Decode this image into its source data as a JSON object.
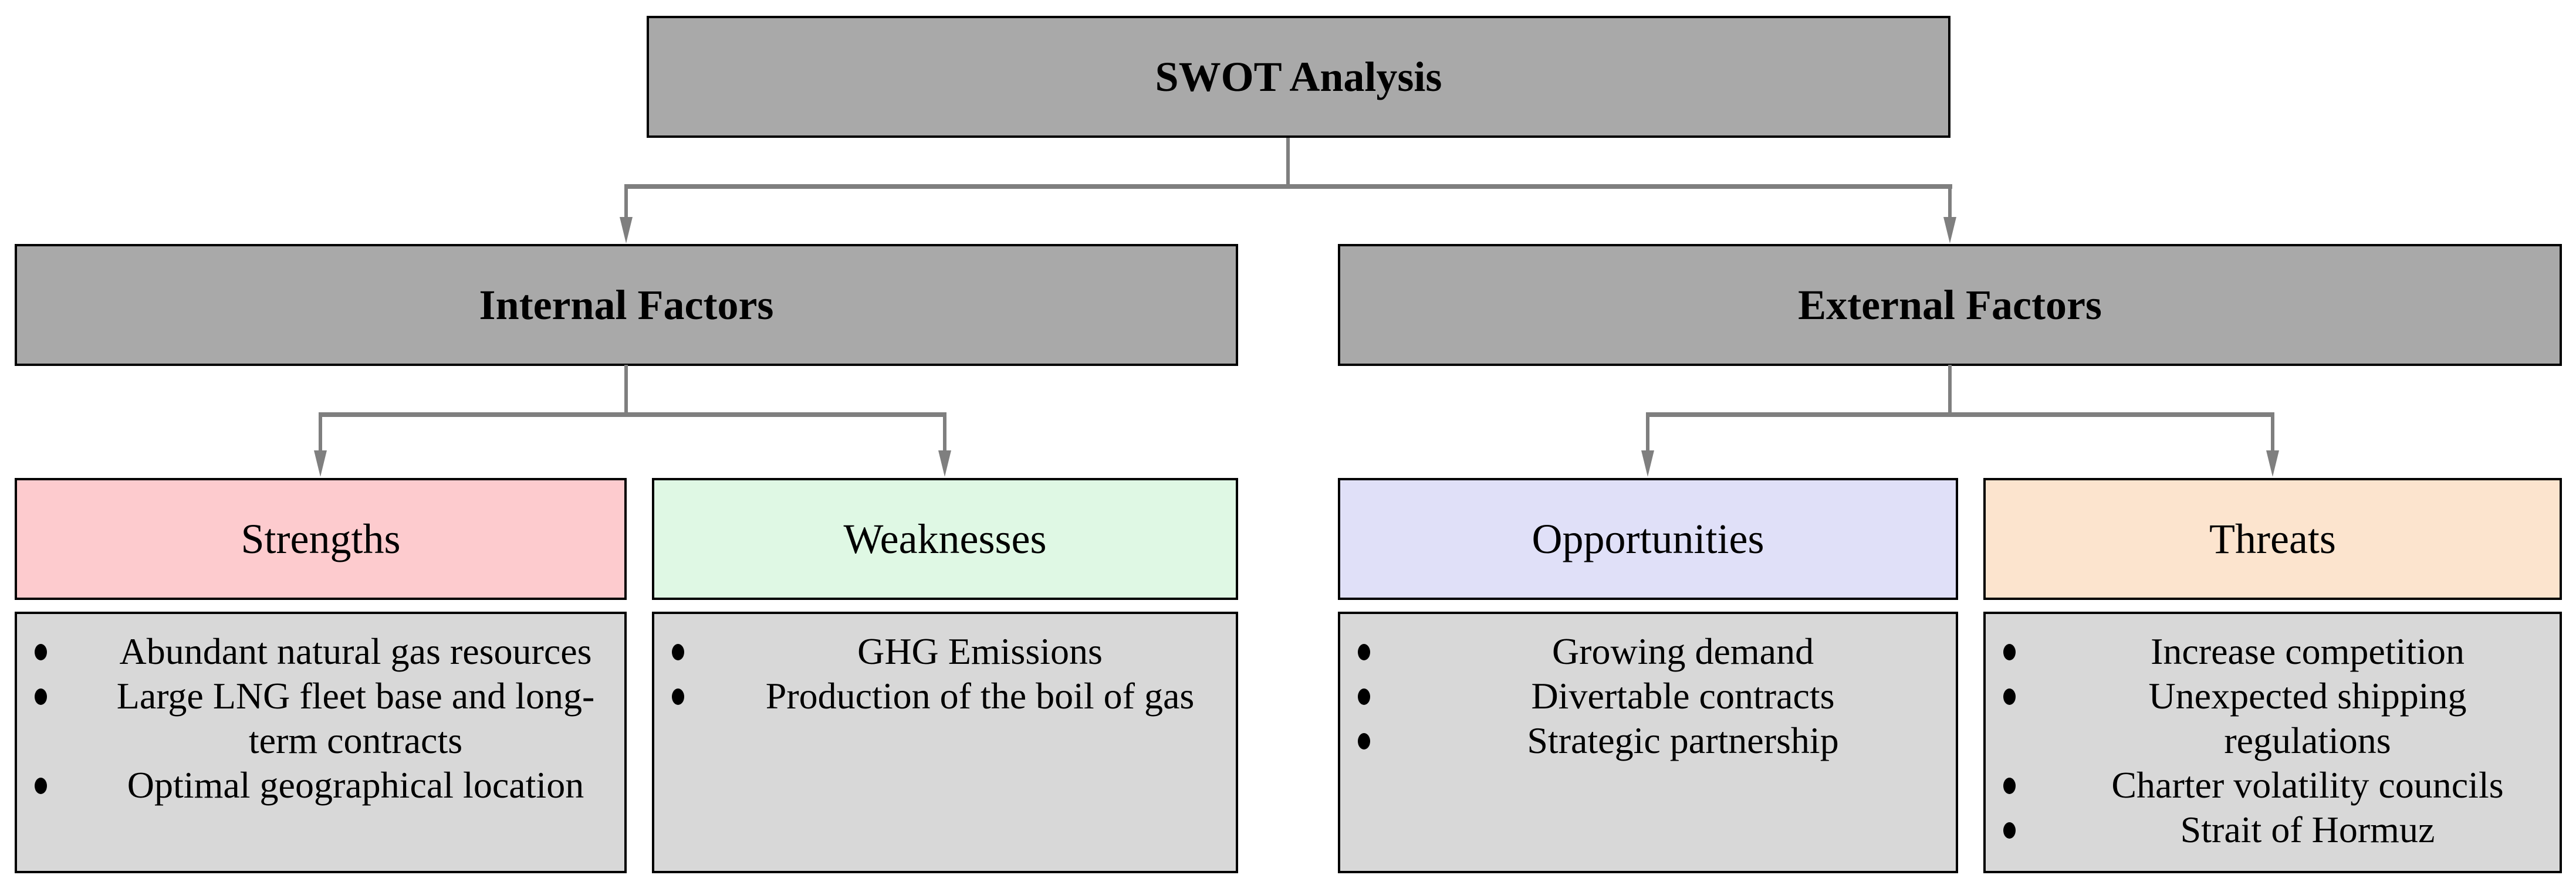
{
  "diagram": {
    "title": "SWOT Analysis",
    "branches": [
      {
        "label": "Internal Factors",
        "categories": [
          {
            "label": "Strengths",
            "fill": "#fdcbce",
            "items": [
              "Abundant natural gas resources",
              "Large LNG fleet base and long-term contracts",
              "Optimal geographical location"
            ]
          },
          {
            "label": "Weaknesses",
            "fill": "#dff8e4",
            "items": [
              "GHG Emissions",
              "Production of the boil of gas"
            ]
          }
        ]
      },
      {
        "label": "External Factors",
        "categories": [
          {
            "label": "Opportunities",
            "fill": "#e0e0f8",
            "items": [
              "Growing demand",
              "Divertable contracts",
              "Strategic partnership"
            ]
          },
          {
            "label": "Threats",
            "fill": "#fce4ce",
            "items": [
              "Increase competition",
              "Unexpected shipping regulations",
              "Charter volatility councils",
              "Strait of Hormuz"
            ]
          }
        ]
      }
    ],
    "colors": {
      "header_fill": "#a9a9a9",
      "list_fill": "#d8d8d8",
      "border": "#000000",
      "connector": "#7f7f7f"
    }
  }
}
